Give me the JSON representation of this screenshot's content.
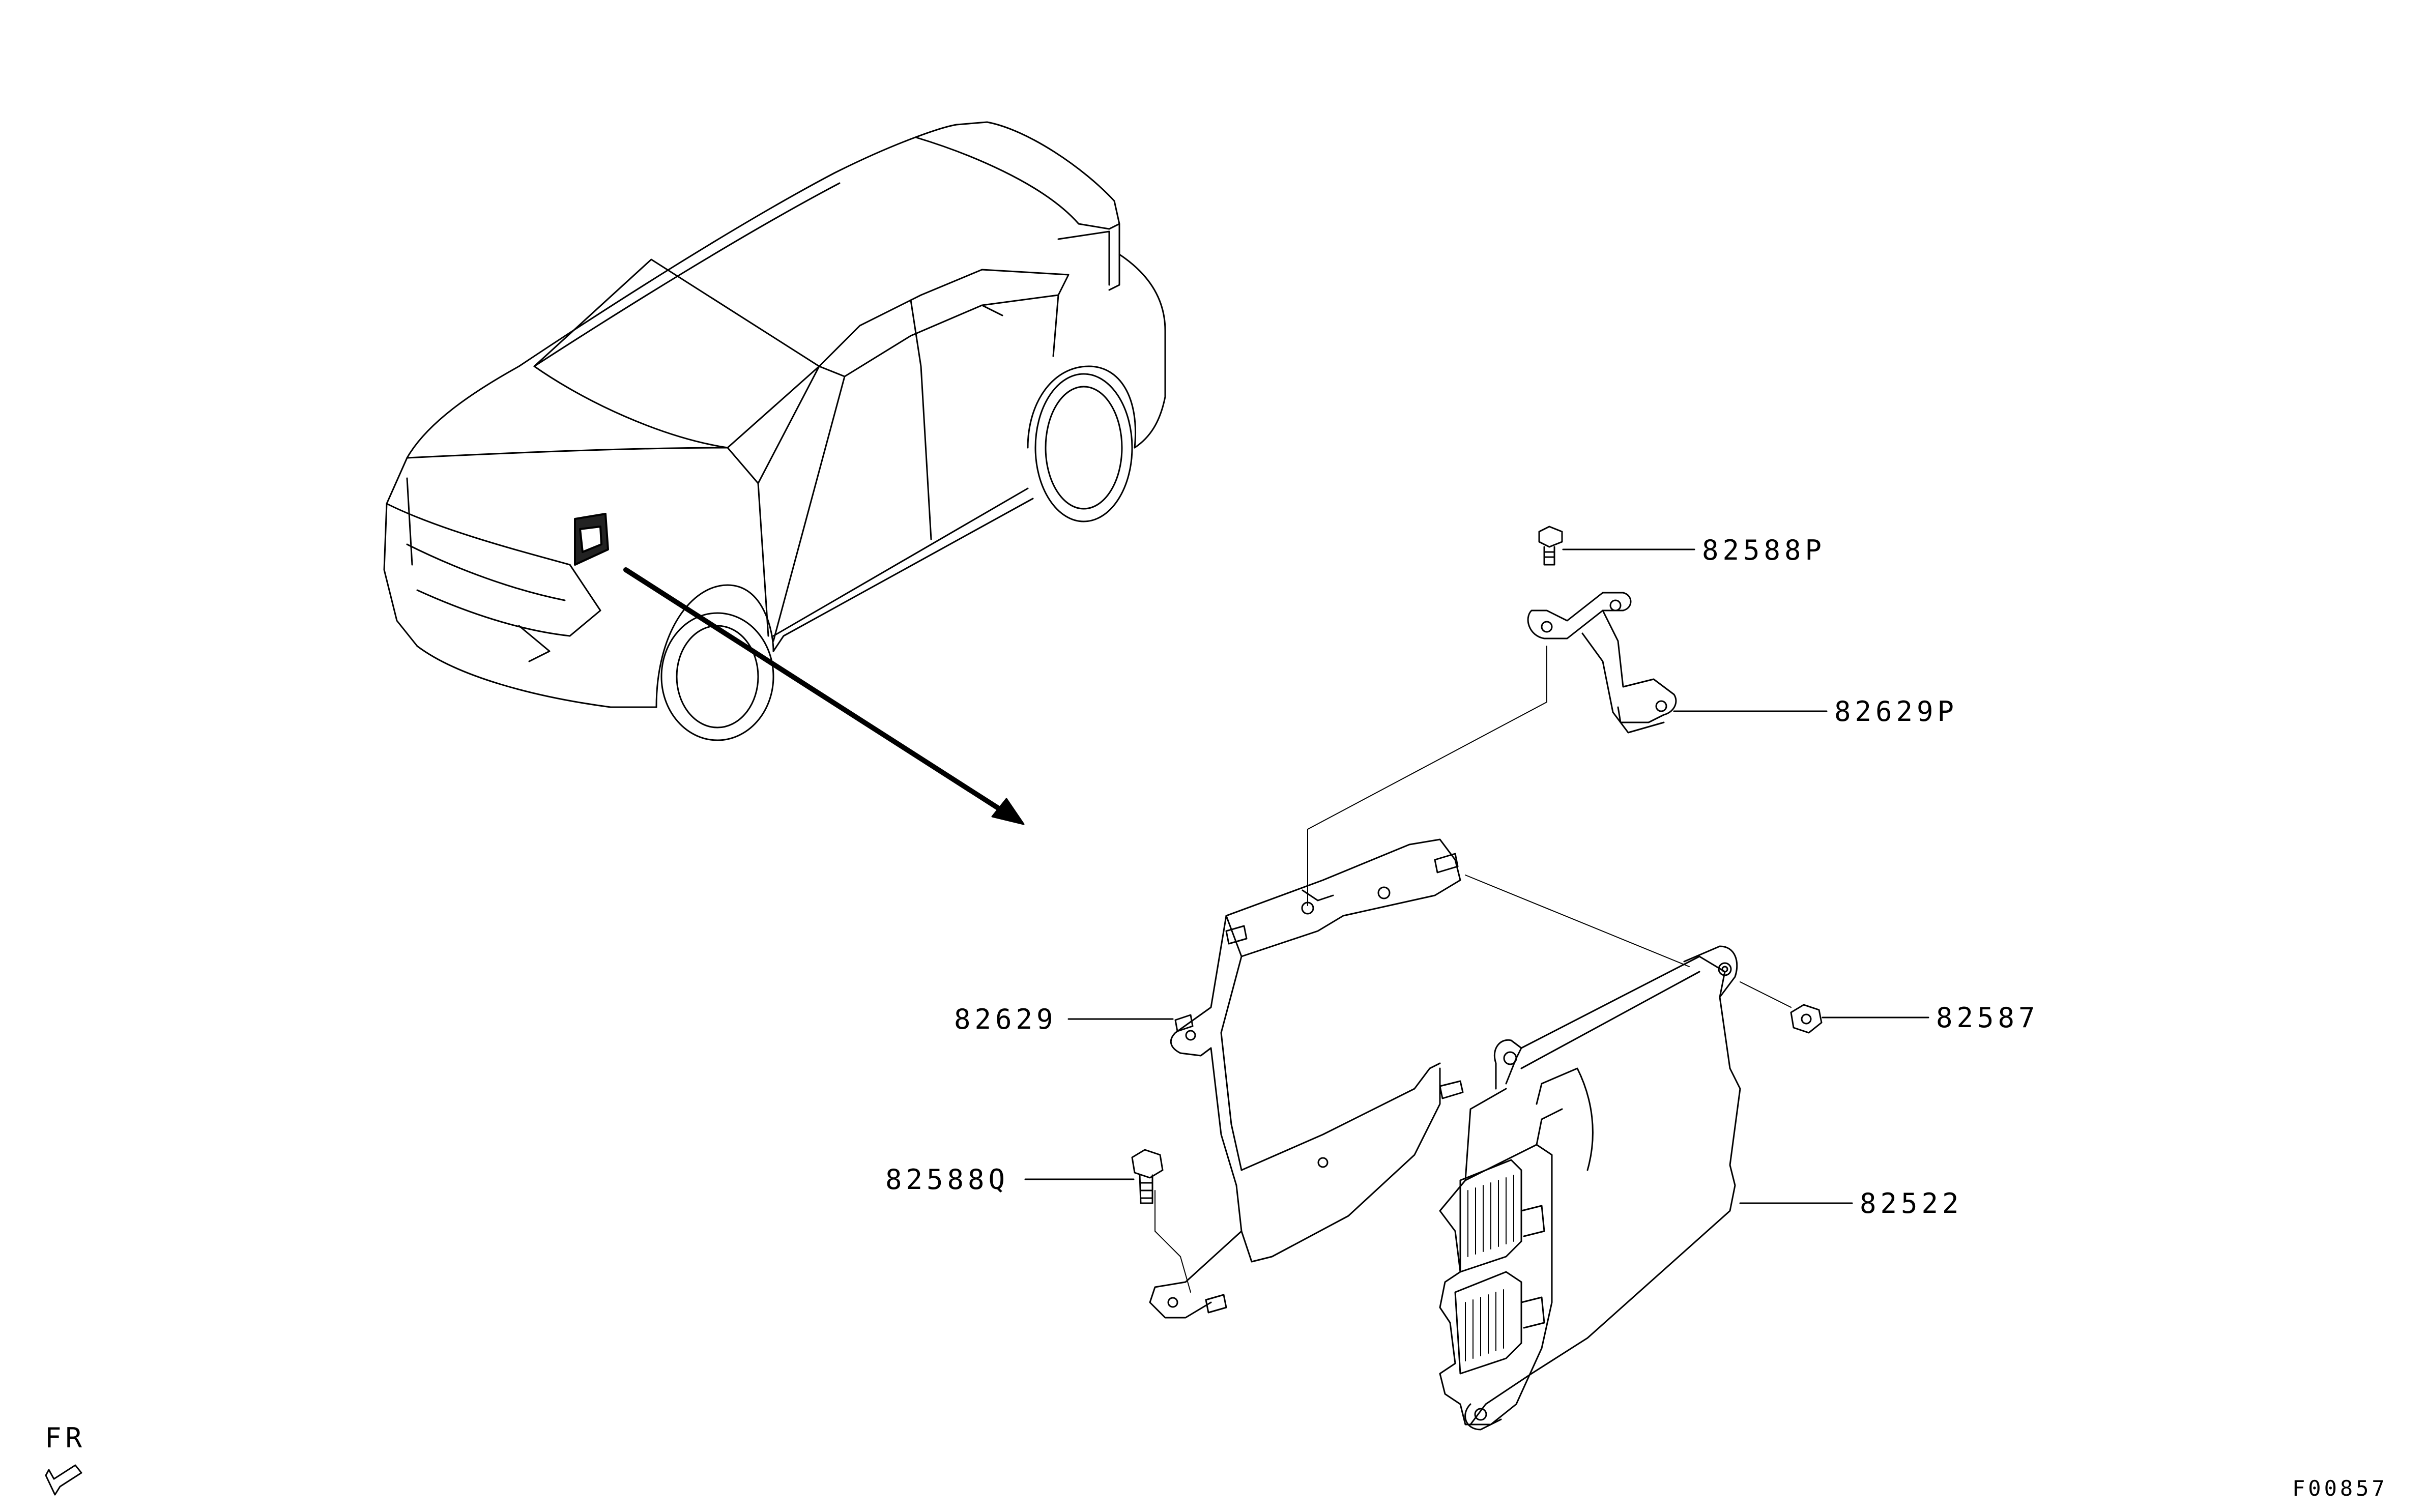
{
  "diagram": {
    "figure_id": "F00857",
    "orientation_label": "FR",
    "colors": {
      "line": "#000000",
      "background": "#ffffff"
    },
    "callouts": [
      {
        "id": "82588P",
        "text": "82588P",
        "part": "bolt-upper"
      },
      {
        "id": "82629P",
        "text": "82629P",
        "part": "bracket-small"
      },
      {
        "id": "82629",
        "text": "82629",
        "part": "bracket-main"
      },
      {
        "id": "82587",
        "text": "82587",
        "part": "nut"
      },
      {
        "id": "82588Q",
        "text": "82588Q",
        "part": "bolt-lower"
      },
      {
        "id": "82522",
        "text": "82522",
        "part": "control-unit"
      }
    ]
  }
}
